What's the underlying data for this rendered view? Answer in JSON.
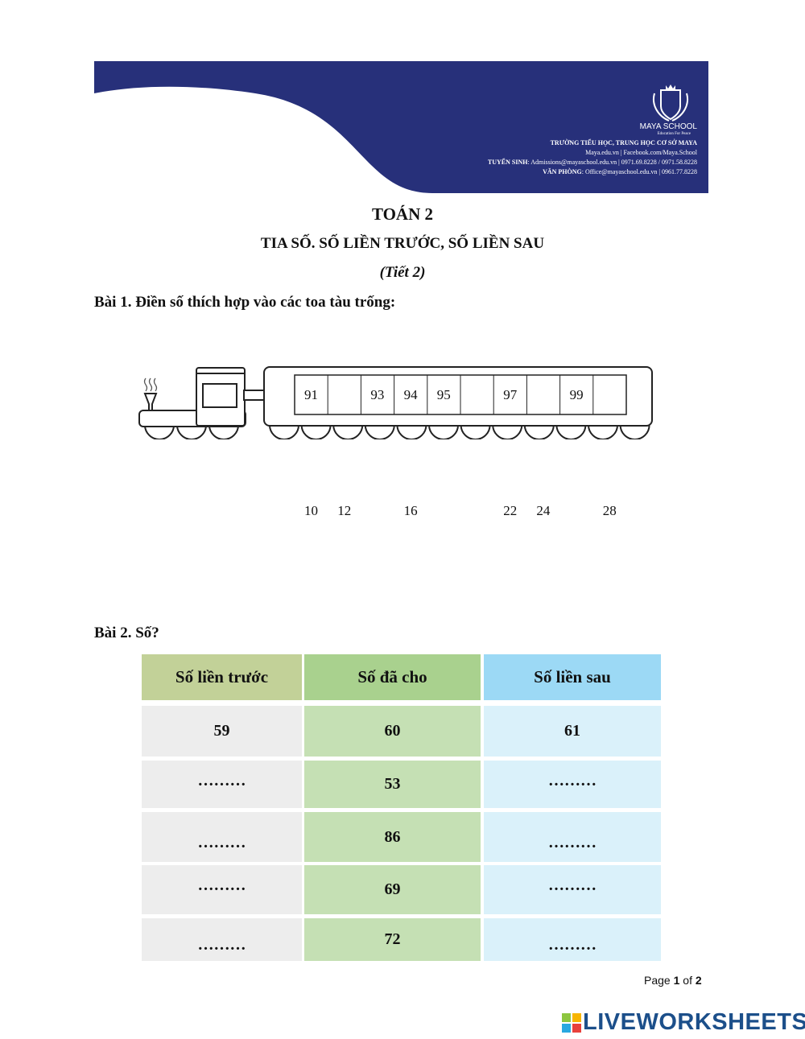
{
  "header": {
    "school_logo_text": "MAYA SCHOOL",
    "school_logo_tagline": "Education For Peace",
    "school_name": "TRƯỜNG TIỂU HỌC, TRUNG HỌC CƠ SỞ MAYA",
    "web": "Maya.edu.vn | Facebook.com/Maya.School",
    "admissions_label": "TUYỂN SINH",
    "admissions": ": Admissions@mayaschool.edu.vn | 0971.69.8228 / 0971.58.8228",
    "office_label": "VĂN PHÒNG",
    "office": ": Office@mayaschool.edu.vn | 0961.77.8228",
    "banner_color": "#27307a"
  },
  "title": "TOÁN 2",
  "subtitle": "TIA SỐ. SỐ LIỀN TRƯỚC, SỐ LIỀN SAU",
  "lesson": "(Tiết 2)",
  "exercise1": {
    "heading": "Bài 1. Điền số thích hợp vào các toa tàu trống:",
    "trains": [
      [
        "91",
        "",
        "93",
        "94",
        "95",
        "",
        "97",
        "",
        "99",
        ""
      ],
      [
        "10",
        "12",
        "",
        "16",
        "",
        "",
        "22",
        "24",
        "",
        "28"
      ]
    ]
  },
  "exercise2": {
    "heading": "Bài 2. Số?",
    "columns": [
      "Số liền trước",
      "Số đã cho",
      "Số liền sau"
    ],
    "rows": [
      [
        "59",
        "60",
        "61"
      ],
      [
        "………",
        "53",
        "………"
      ],
      [
        "………",
        "86",
        "………"
      ],
      [
        "………",
        "69",
        "………"
      ],
      [
        "………",
        "72",
        "………"
      ]
    ],
    "colors": {
      "header": [
        "#c2d198",
        "#a9d18e",
        "#9cd9f5"
      ],
      "body": [
        "#ededed",
        "#c5e0b4",
        "#daf1fa"
      ]
    }
  },
  "footer": {
    "page_prefix": "Page ",
    "page_current": "1",
    "page_mid": " of ",
    "page_total": "2",
    "brand": "LIVEWORKSHEETS"
  }
}
